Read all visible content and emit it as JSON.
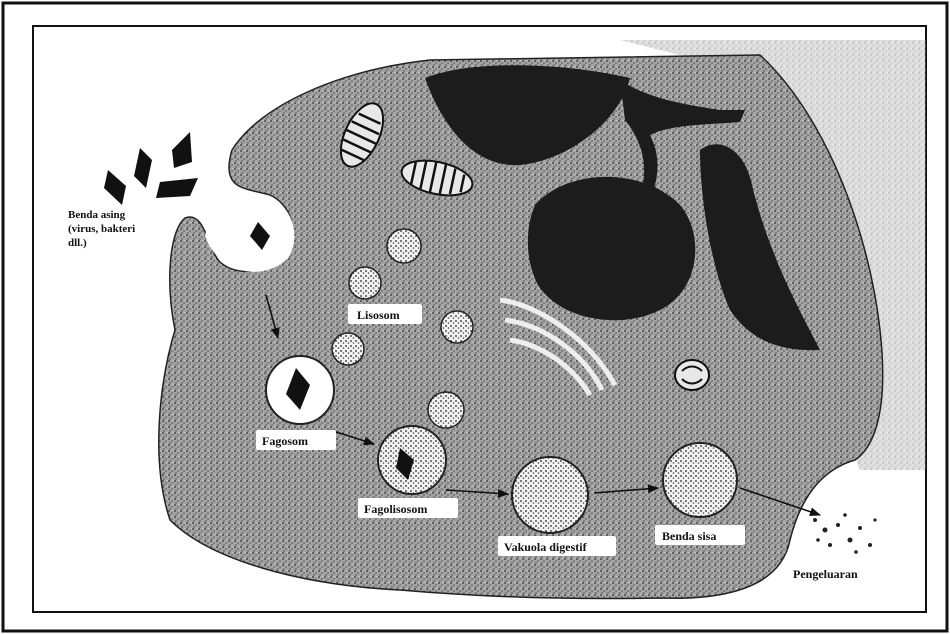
{
  "diagram": {
    "labels": {
      "foreign_body": [
        "Benda asing",
        "(virus, bakteri",
        "dll.)"
      ],
      "lysosome": "Lisosom",
      "phagosome": "Fagosom",
      "phagolysosome": "Fagolisosom",
      "digestive_vacuole": "Vakuola digestif",
      "residual_body": "Benda sisa",
      "excretion": "Pengeluaran"
    },
    "colors": {
      "ink": "#111111",
      "cytoplasm": "#9a9a9a",
      "label_box": "#ffffff"
    }
  }
}
